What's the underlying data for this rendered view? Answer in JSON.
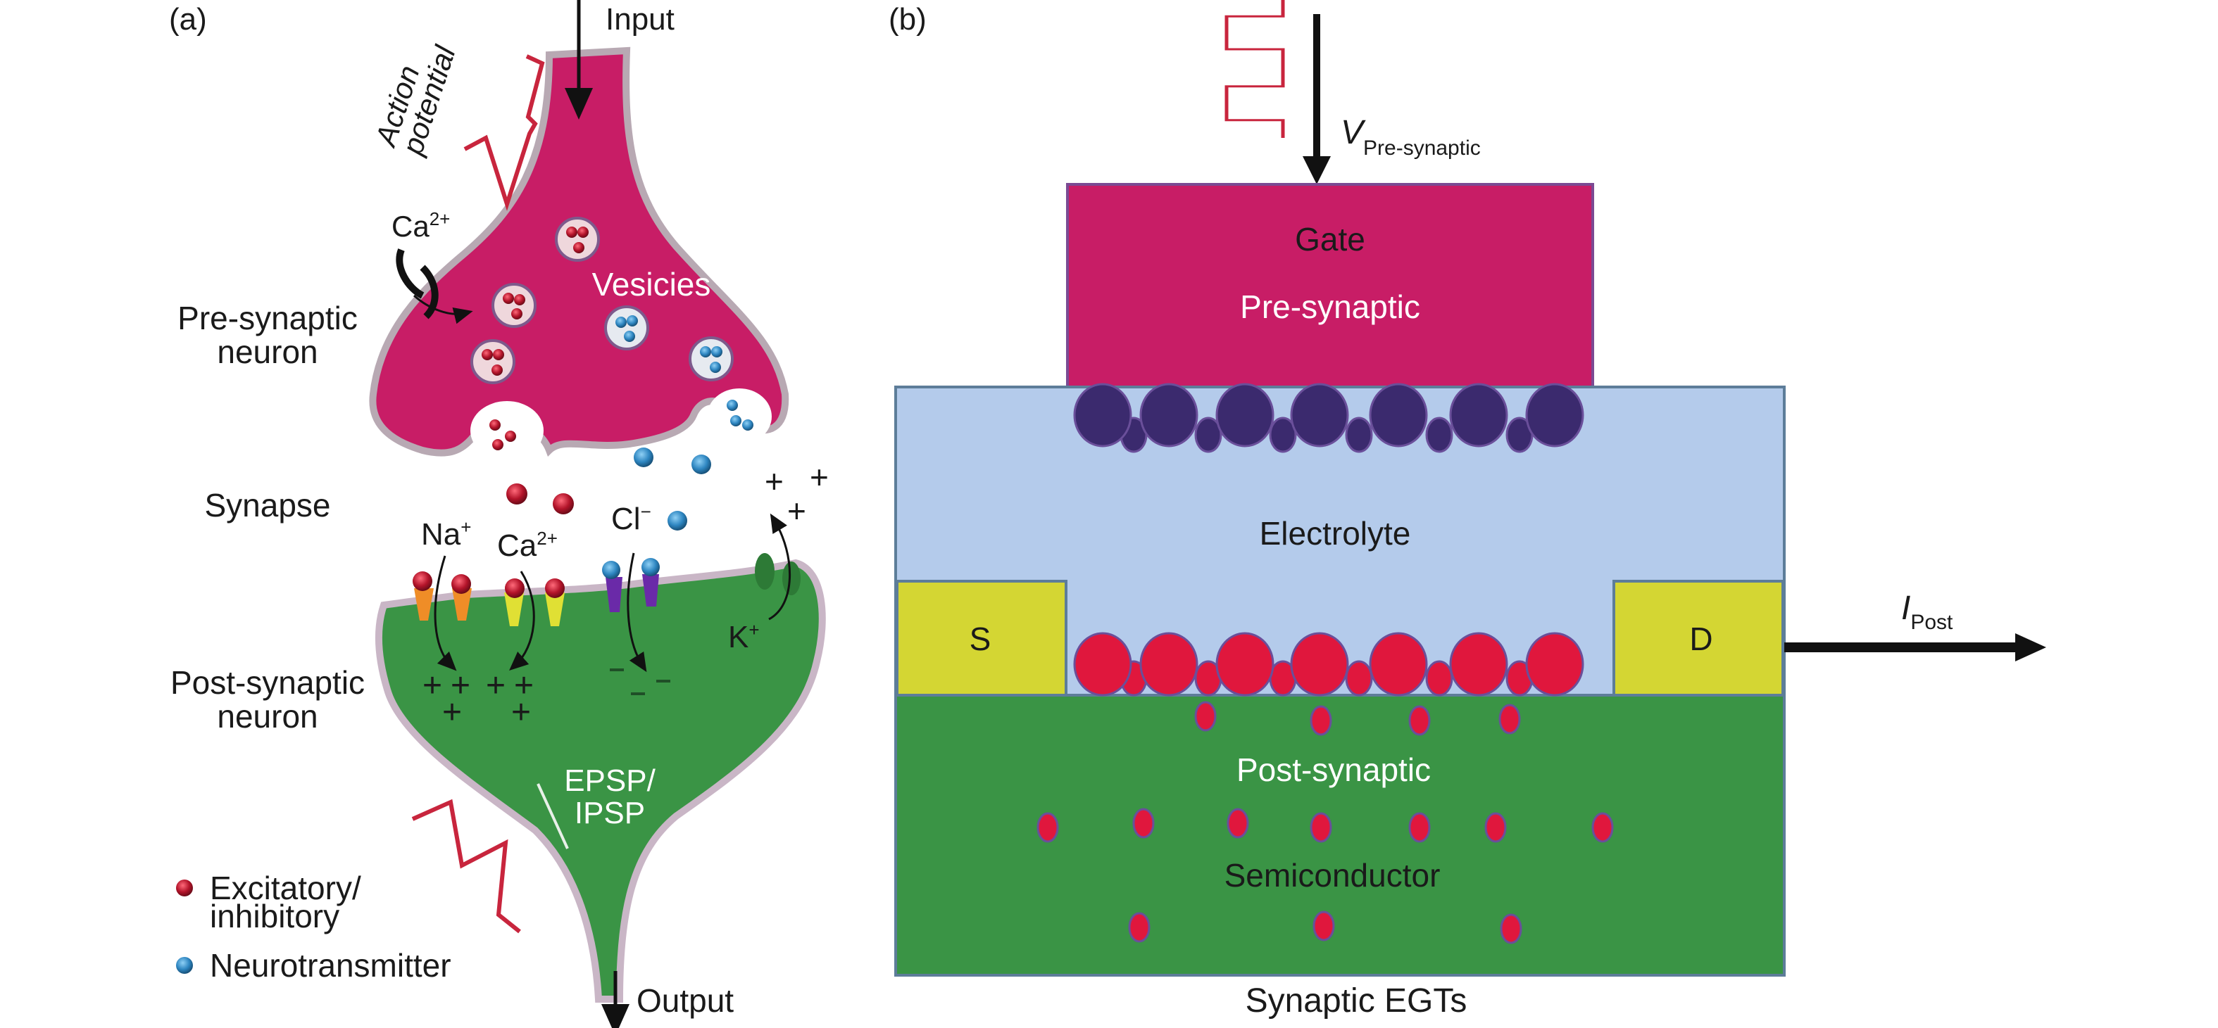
{
  "panel_a": {
    "label": "(a)",
    "input": "Input",
    "output": "Output",
    "action_potential": [
      "Action",
      "potential"
    ],
    "ca_top": {
      "base": "Ca",
      "sup": "2+"
    },
    "vesicles": "Vesicies",
    "pre_neuron": [
      "Pre-synaptic",
      "neuron"
    ],
    "synapse": "Synapse",
    "na": {
      "base": "Na",
      "sup": "+"
    },
    "ca_bottom": {
      "base": "Ca",
      "sup": "2+"
    },
    "cl": {
      "base": "Cl",
      "sup": "−"
    },
    "k": {
      "base": "K",
      "sup": "+"
    },
    "post_neuron": [
      "Post-synaptic",
      "neuron"
    ],
    "epsp": [
      "EPSP/",
      "IPSP"
    ],
    "legend": [
      {
        "label": [
          "Excitatory/",
          "inhibitory"
        ],
        "color": "#b3142a"
      },
      {
        "label": [
          "Neurotransmitter"
        ],
        "color": "#2e86c1"
      }
    ]
  },
  "panel_b": {
    "label": "(b)",
    "v_label": {
      "base": "V",
      "sub": "Pre-synaptic"
    },
    "gate": "Gate",
    "pre_synaptic": "Pre-synaptic",
    "electrolyte": "Electrolyte",
    "source": "S",
    "drain": "D",
    "i_label": {
      "base": "I",
      "sub": "Post"
    },
    "post_synaptic": "Post-synaptic",
    "semiconductor": "Semiconductor",
    "caption": "Synaptic EGTs"
  },
  "colors": {
    "pre_neuron": "#c81d66",
    "post_neuron": "#3a9445",
    "gate": "#c81d66",
    "electrolyte": "#b4cbeb",
    "electrode": "#d4d633",
    "semiconductor": "#3a9445",
    "anion": "#3b2a6e",
    "cation": "#e0173d",
    "spike": "#c8253d"
  }
}
